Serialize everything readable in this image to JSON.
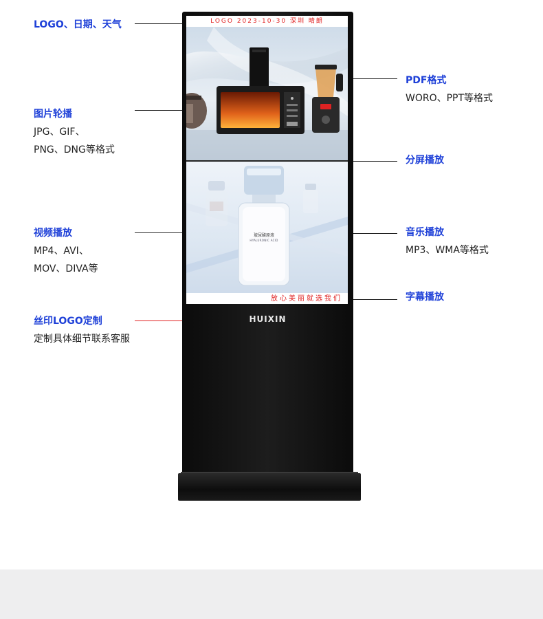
{
  "callouts": {
    "logo_date_weather": {
      "title": "LOGO、日期、天气"
    },
    "image_carousel": {
      "title": "图片轮播",
      "lines": [
        "JPG、GIF、",
        "PNG、DNG等格式"
      ]
    },
    "video_playback": {
      "title": "视频播放",
      "lines": [
        "MP4、AVI、",
        "MOV、DIVA等"
      ]
    },
    "silkscreen_logo": {
      "title": "丝印LOGO定制",
      "lines": [
        "定制具体细节联系客服"
      ]
    },
    "pdf_format": {
      "title": "PDF格式",
      "lines": [
        "WORO、PPT等格式"
      ]
    },
    "split_screen": {
      "title": "分屏播放"
    },
    "music_playback": {
      "title": "音乐播放",
      "lines": [
        "MP3、WMA等格式"
      ]
    },
    "subtitle_playback": {
      "title": "字幕播放"
    }
  },
  "screen": {
    "top_ticker": "LOGO  2023-10-30  深圳  晴朗",
    "bottom_ticker": "放心美丽就选我们",
    "product_label": "HYALURONIC ACID",
    "bottle_label": "玻尿酸原液"
  },
  "kiosk": {
    "brand": "HUIXIN"
  },
  "colors": {
    "accent_blue": "#1e40d8",
    "ticker_red": "#e02020",
    "kiosk_black": "#111111"
  }
}
